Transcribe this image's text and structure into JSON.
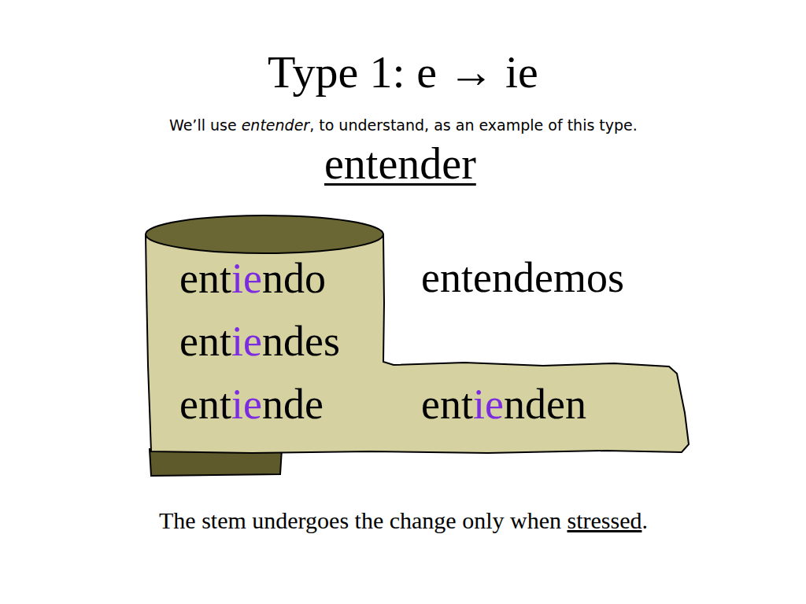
{
  "diagram": {
    "title": "Type 1:  e → ie",
    "caption": "The stem undergoes the change only when stressed.",
    "nodes": [
      {
        "text": [
          "entiendo",
          "entiendes",
          "entiende",
          "entienden"
        ]
      }
    ],
    "labels": [
      "We’ll use entender, to understand, as an example of this type.",
      "entender",
      "entendemos"
    ]
  }
}
